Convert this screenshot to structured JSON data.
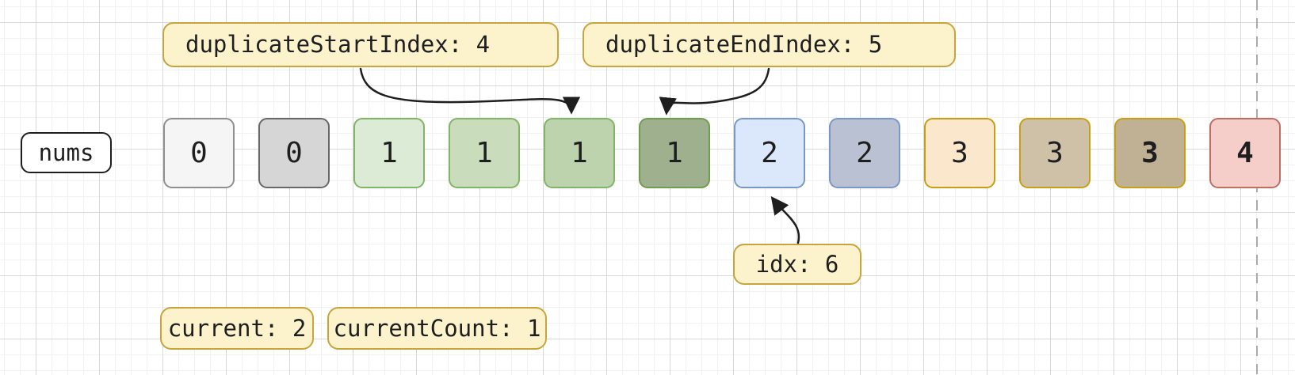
{
  "canvas": {
    "background": "#ffffff",
    "grid_minor_color": "#f1f1f1",
    "grid_major_color": "#d9d9d9",
    "stroke_color": "#1e1e1e",
    "note_fill": "#fcf3cd",
    "note_border": "#c8a43d",
    "dashed_line_color": "#ababab"
  },
  "array_tag": {
    "label": "nums"
  },
  "cells": [
    {
      "value": "0",
      "fill": "#f5f5f5",
      "border": "#8f8f8f",
      "bold": false
    },
    {
      "value": "0",
      "fill": "#d6d6d6",
      "border": "#686868",
      "bold": false
    },
    {
      "value": "1",
      "fill": "#dcebd5",
      "border": "#82b366",
      "bold": false
    },
    {
      "value": "1",
      "fill": "#c9dcbb",
      "border": "#82b366",
      "bold": false
    },
    {
      "value": "1",
      "fill": "#bdd3ae",
      "border": "#82b366",
      "bold": false
    },
    {
      "value": "1",
      "fill": "#9fb08f",
      "border": "#6f9c4d",
      "bold": false
    },
    {
      "value": "2",
      "fill": "#dbe8fb",
      "border": "#7b97c6",
      "bold": false
    },
    {
      "value": "2",
      "fill": "#b9c1d3",
      "border": "#7b97c6",
      "bold": false
    },
    {
      "value": "3",
      "fill": "#fbe7cb",
      "border": "#c79f16",
      "bold": false
    },
    {
      "value": "3",
      "fill": "#cfc0a8",
      "border": "#c79f16",
      "bold": false
    },
    {
      "value": "3",
      "fill": "#c0b094",
      "border": "#c79f16",
      "bold": true
    },
    {
      "value": "4",
      "fill": "#f5cdc9",
      "border": "#bd6f65",
      "bold": true
    }
  ],
  "notes": {
    "duplicate_start": {
      "text": "duplicateStartIndex: 4"
    },
    "duplicate_end": {
      "text": "duplicateEndIndex: 5"
    },
    "idx": {
      "text": "idx: 6"
    },
    "current": {
      "text": "current: 2"
    },
    "current_count": {
      "text": "currentCount: 1"
    }
  }
}
